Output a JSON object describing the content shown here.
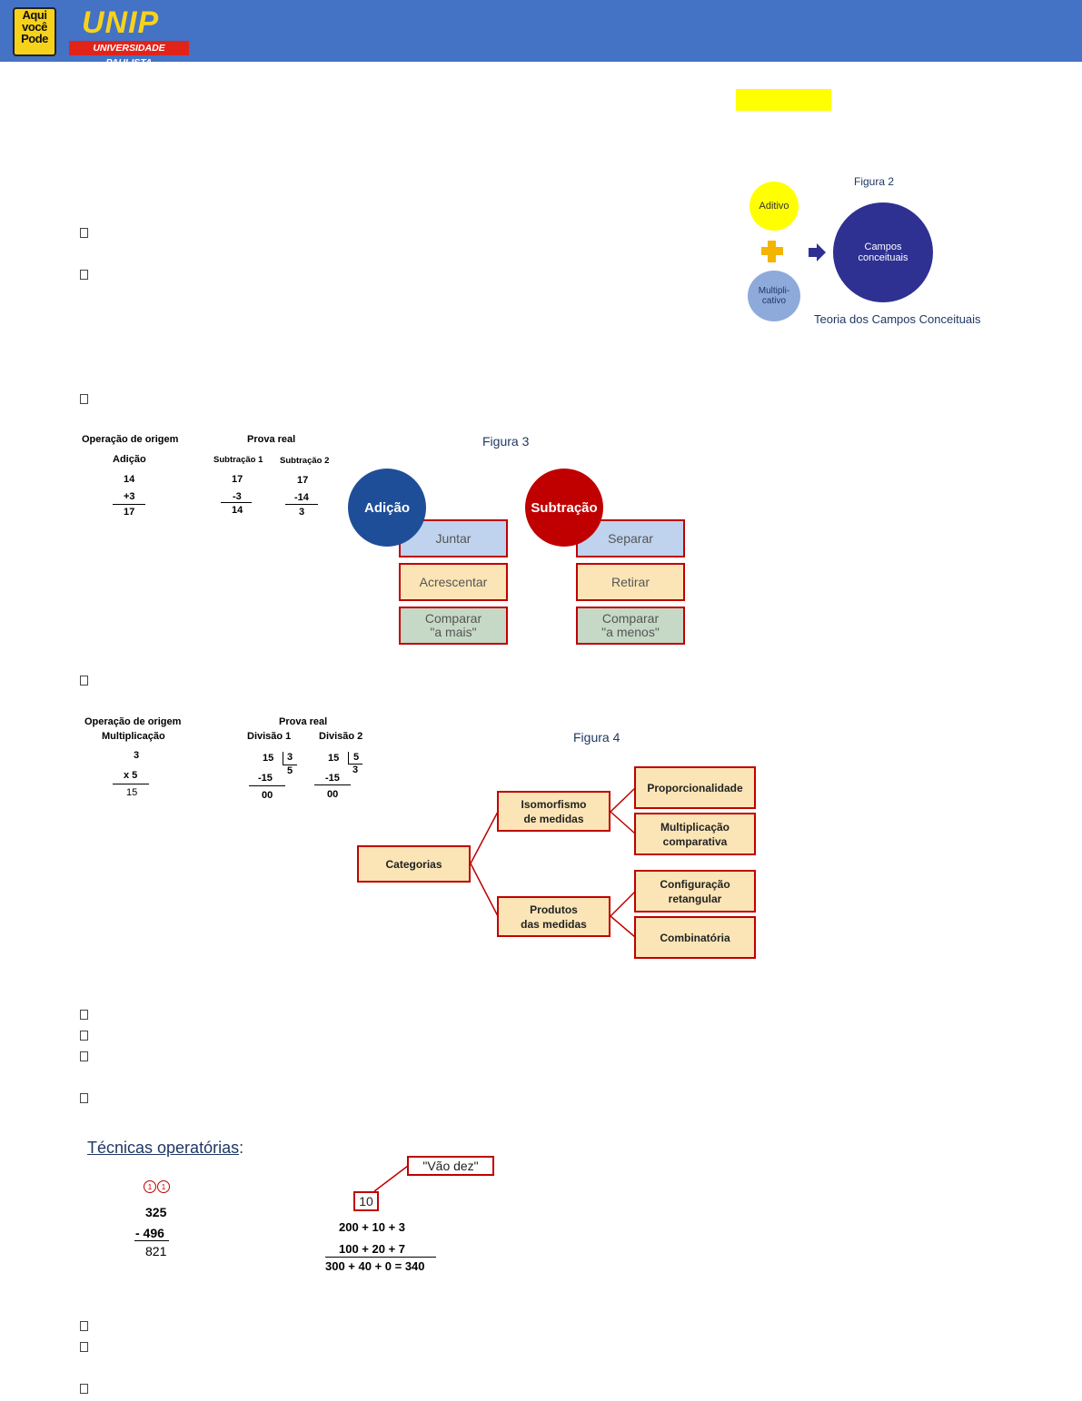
{
  "header": {
    "logo_badge_lines": [
      "Aqui",
      "você",
      "Pode"
    ],
    "logo_title": "UNIP",
    "logo_subtitle": "UNIVERSIDADE PAULISTA",
    "bg_color": "#4472c4"
  },
  "figura2": {
    "title": "Figura 2",
    "aditivo": "Aditivo",
    "multiplicativo": "Multipli-\ncativo",
    "campos": "Campos\nconceituais",
    "caption": "Teoria dos Campos Conceituais"
  },
  "prova_adicao": {
    "origem_title": "Operação de origem",
    "origem_sub": "Adição",
    "origem_values": [
      "14",
      "+3",
      "17"
    ],
    "prova_title": "Prova real",
    "sub1_title": "Subtração 1",
    "sub1_values": [
      "17",
      "-3",
      "14"
    ],
    "sub2_title": "Subtração 2",
    "sub2_values": [
      "17",
      "-14",
      "3"
    ]
  },
  "figura3": {
    "title": "Figura 3",
    "adicao": "Adição",
    "subtracao": "Subtração",
    "adicao_boxes": [
      "Juntar",
      "Acrescentar",
      "Comparar\n\"a mais\""
    ],
    "subtracao_boxes": [
      "Separar",
      "Retirar",
      "Comparar\n\"a menos\""
    ]
  },
  "prova_mult": {
    "origem_title": "Operação de origem",
    "origem_sub": "Multiplicação",
    "origem_values": [
      "3",
      "x 5",
      "15"
    ],
    "prova_title": "Prova real",
    "div1_title": "Divisão 1",
    "div1": {
      "dividendo": "15",
      "divisor": "3",
      "quociente": "5",
      "sub": "-15",
      "resto": "00"
    },
    "div2_title": "Divisão 2",
    "div2": {
      "dividendo": "15",
      "divisor": "5",
      "quociente": "3",
      "sub": "-15",
      "resto": "00"
    }
  },
  "figura4": {
    "title": "Figura 4",
    "root": "Categorias",
    "iso": "Isomorfismo\nde medidas",
    "prod": "Produtos\ndas medidas",
    "leaf1": "Proporcionalidade",
    "leaf2": "Multiplicação\ncomparativa",
    "leaf3": "Configuração\nretangular",
    "leaf4": "Combinatória"
  },
  "tecnicas": {
    "title": "Técnicas operatórias",
    "colon": ":",
    "carry": [
      "1",
      "1"
    ],
    "sub_top": "325",
    "sub_bottom": "- 496",
    "sub_result": "821",
    "vao_dez": "\"Vão dez\"",
    "ten": "10",
    "line1": "200 + 10 + 3",
    "line2": "100 + 20 + 7",
    "line3": "300 + 40 + 0 = 340"
  }
}
